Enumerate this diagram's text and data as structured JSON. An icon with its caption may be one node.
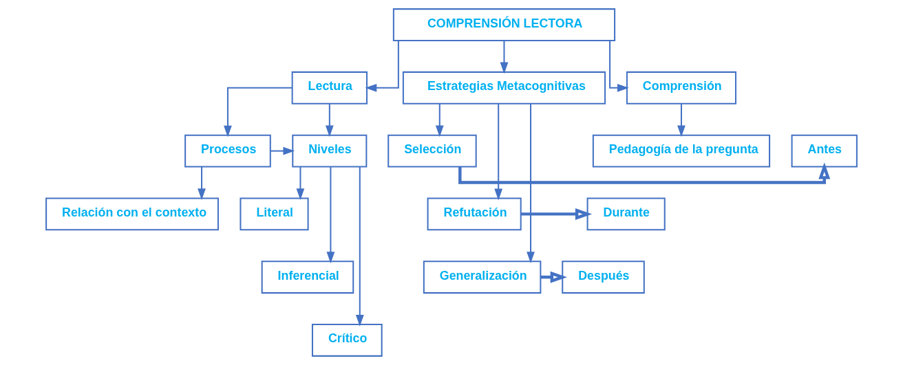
{
  "diagram": {
    "nodes": [
      {
        "text": [
          "COMPRENSIÓN LECTORA"
        ]
      },
      {
        "text": [
          "Lectura"
        ]
      },
      {
        "text": [
          "Estrategias Metacognitivas"
        ]
      },
      {
        "text": [
          "Comprensión"
        ]
      },
      {
        "text": [
          "Procesos"
        ]
      },
      {
        "text": [
          "Niveles"
        ]
      },
      {
        "text": [
          "Relación con el contexto"
        ]
      },
      {
        "text": [
          "Literal"
        ]
      },
      {
        "text": [
          "Inferencial"
        ]
      },
      {
        "text": [
          "Crítico"
        ]
      },
      {
        "text": [
          "Selección"
        ]
      },
      {
        "text": [
          "Refutación"
        ]
      },
      {
        "text": [
          "Generalización"
        ]
      },
      {
        "text": [
          "Antes"
        ]
      },
      {
        "text": [
          "Durante"
        ]
      },
      {
        "text": [
          "Después"
        ]
      },
      {
        "text": [
          "Pedagogía de la pregunta"
        ]
      }
    ],
    "edges": [
      {
        "from": 0,
        "to": 1,
        "arrow": "to"
      },
      {
        "from": 0,
        "to": 2,
        "arrow": "to"
      },
      {
        "from": 0,
        "to": 3,
        "arrow": "to"
      },
      {
        "from": 1,
        "to": 4,
        "arrow": "to"
      },
      {
        "from": 1,
        "to": 5,
        "arrow": "to"
      },
      {
        "from": 4,
        "to": 5,
        "arrow": "to"
      },
      {
        "from": 4,
        "to": 6,
        "arrow": "to"
      },
      {
        "from": 5,
        "to": 7,
        "arrow": "to"
      },
      {
        "from": 5,
        "to": 8,
        "arrow": "to"
      },
      {
        "from": 5,
        "to": 9,
        "arrow": "to"
      },
      {
        "from": 2,
        "to": 10,
        "arrow": "to"
      },
      {
        "from": 2,
        "to": 11,
        "arrow": "to"
      },
      {
        "from": 2,
        "to": 12,
        "arrow": "to"
      },
      {
        "from": 10,
        "to": 13,
        "arrow": "to",
        "style": "thick"
      },
      {
        "from": 11,
        "to": 14,
        "arrow": "to",
        "style": "thick"
      },
      {
        "from": 12,
        "to": 15,
        "arrow": "to",
        "style": "thick"
      },
      {
        "from": 3,
        "to": 16,
        "arrow": "to"
      }
    ]
  }
}
